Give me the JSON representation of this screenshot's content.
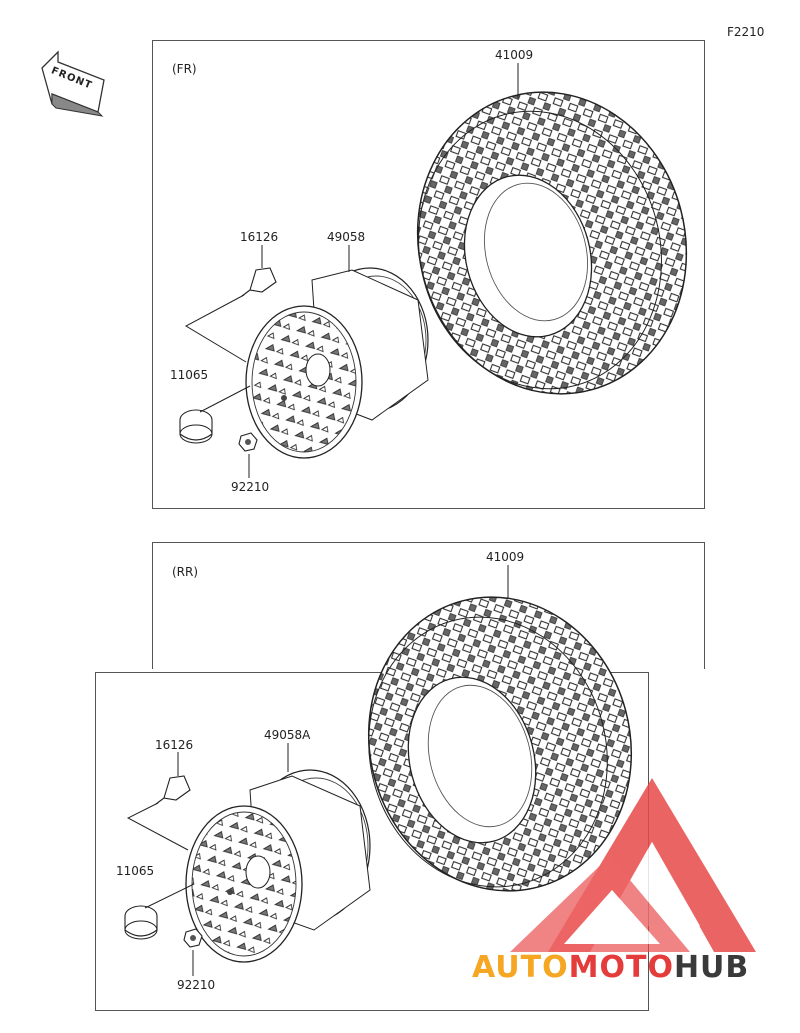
{
  "diagram_code": "F2210",
  "front_label": "FRONT",
  "front_section": {
    "tag": "(FR)",
    "tire": "41009",
    "rim": "49058",
    "valve": "16126",
    "cap": "11065",
    "nut": "92210"
  },
  "rear_section": {
    "tag": "(RR)",
    "tire": "41009",
    "rim": "49058A",
    "valve": "16126",
    "cap": "11065",
    "nut": "92210"
  },
  "watermark": {
    "part1": "AUTO",
    "part2": "MOTO",
    "part3": "HUB",
    "colors": {
      "auto": "#f5a623",
      "moto": "#e43b3b",
      "hub": "#3a3a3a"
    }
  }
}
